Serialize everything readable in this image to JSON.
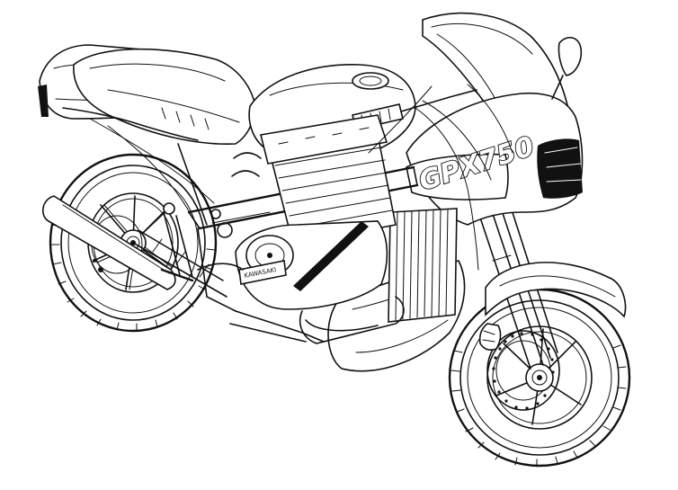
{
  "illustration": {
    "subject": "motorcycle-line-drawing",
    "fairing_decal": "GPX750",
    "crankcase_badge": "KAWASAKI",
    "colors": {
      "ink": "#111111",
      "paper": "#ffffff"
    }
  }
}
